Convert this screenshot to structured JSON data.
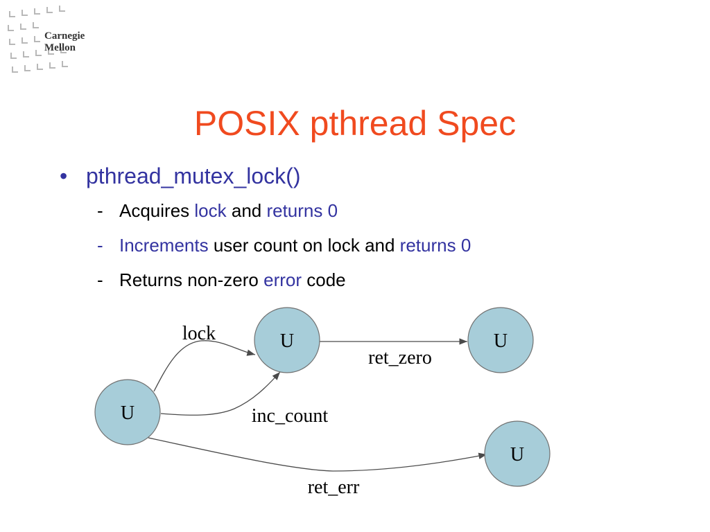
{
  "logo": {
    "line1": "Carnegie",
    "line2": "Mellon"
  },
  "title": "POSIX pthread Spec",
  "bullet": {
    "marker": "•",
    "text": "pthread_mutex_lock()",
    "subitems": [
      {
        "marker": "-",
        "marker_color": "#000000",
        "parts": [
          {
            "text": "Acquires ",
            "color": "#000000"
          },
          {
            "text": "lock",
            "color": "#3333a0"
          },
          {
            "text": " and ",
            "color": "#000000"
          },
          {
            "text": "returns 0",
            "color": "#3333a0"
          }
        ]
      },
      {
        "marker": "-",
        "marker_color": "#3333a0",
        "parts": [
          {
            "text": "Increments",
            "color": "#3333a0"
          },
          {
            "text": " user count on lock and ",
            "color": "#000000"
          },
          {
            "text": "returns 0",
            "color": "#3333a0"
          }
        ]
      },
      {
        "marker": "-",
        "marker_color": "#000000",
        "parts": [
          {
            "text": "Returns non-zero ",
            "color": "#000000"
          },
          {
            "text": "error",
            "color": "#3333a0"
          },
          {
            "text": " code",
            "color": "#000000"
          }
        ]
      }
    ]
  },
  "diagram": {
    "nodes": [
      {
        "id": "start",
        "label": "U"
      },
      {
        "id": "locked",
        "label": "U"
      },
      {
        "id": "zero",
        "label": "U"
      },
      {
        "id": "err",
        "label": "U"
      }
    ],
    "edges": [
      {
        "id": "lock",
        "from": "start",
        "to": "locked",
        "label": "lock"
      },
      {
        "id": "inc_count",
        "from": "start",
        "to": "locked",
        "label": "inc_count"
      },
      {
        "id": "ret_zero",
        "from": "locked",
        "to": "zero",
        "label": "ret_zero"
      },
      {
        "id": "ret_err",
        "from": "start",
        "to": "err",
        "label": "ret_err"
      }
    ]
  },
  "colors": {
    "title": "#f04a1f",
    "accent": "#3333a0",
    "node_fill": "#a7cdd9"
  }
}
